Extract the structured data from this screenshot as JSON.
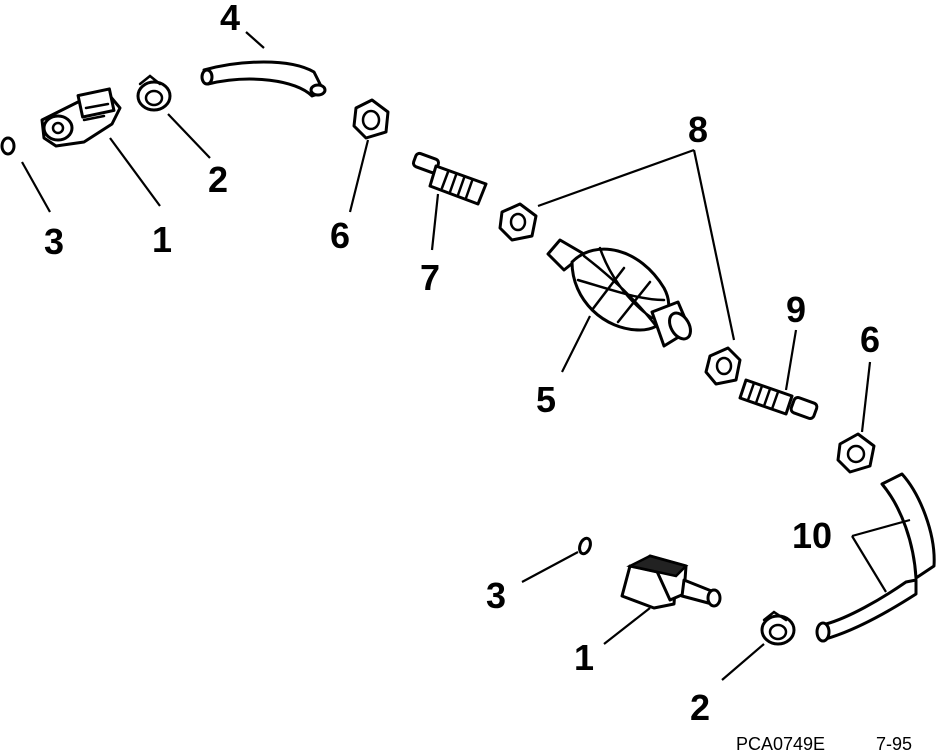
{
  "callouts": {
    "c4": "4",
    "c3a": "3",
    "c1a": "1",
    "c2a": "2",
    "c6a": "6",
    "c7": "7",
    "c8": "8",
    "c5": "5",
    "c9": "9",
    "c6b": "6",
    "c10": "10",
    "c3b": "3",
    "c1b": "1",
    "c2b": "2"
  },
  "footer": {
    "code": "PCA0749E",
    "date": "7-95"
  }
}
